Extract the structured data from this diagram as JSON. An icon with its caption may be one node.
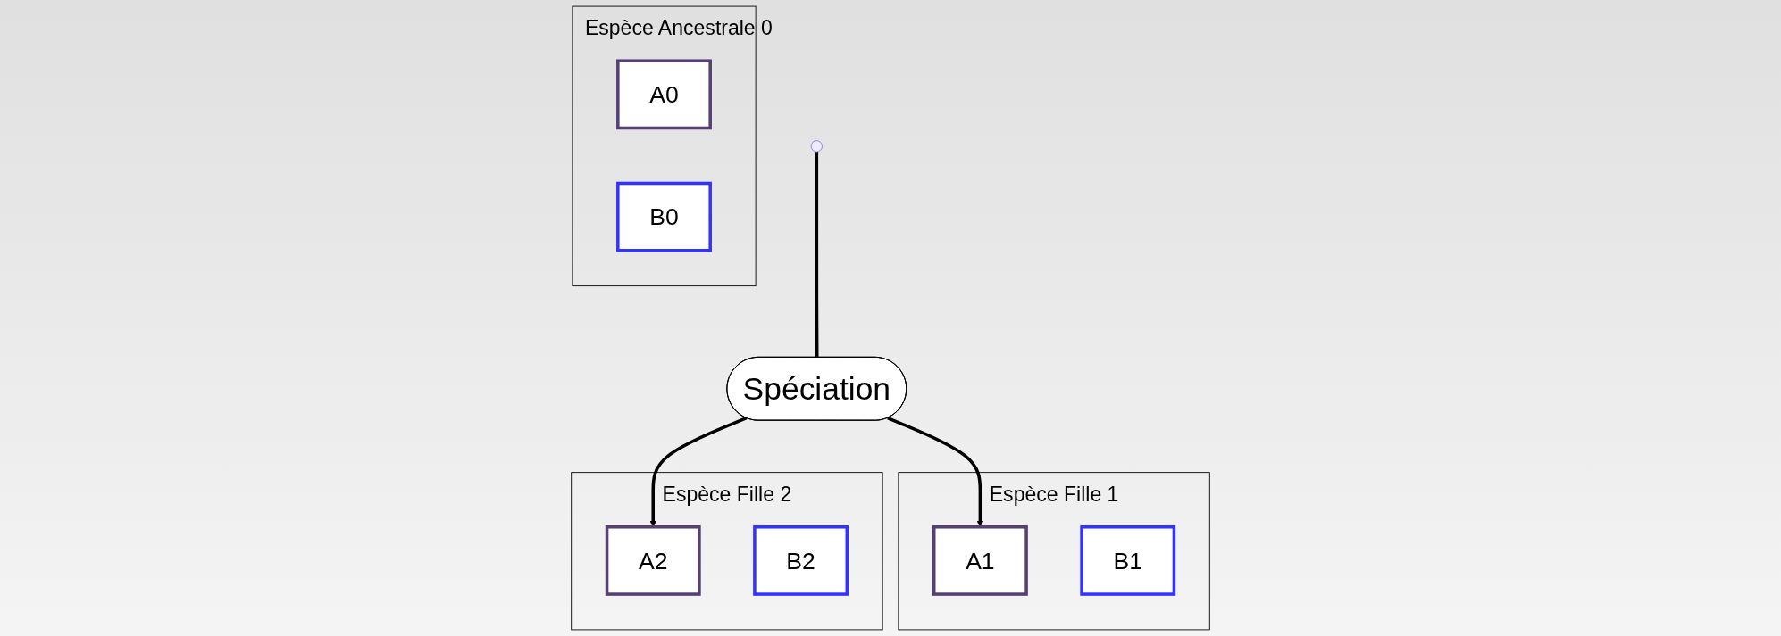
{
  "diagram": {
    "nodes": [
      {
        "text": [
          "Espèce Ancestrale 0"
        ]
      },
      {
        "text": [
          "A0"
        ],
        "in": 0
      },
      {
        "text": [
          "B0"
        ],
        "in": 0
      },
      {
        "text": [
          "Spéciation"
        ]
      },
      {
        "text": [
          "Espèce Fille 1"
        ]
      },
      {
        "text": [
          "A1"
        ],
        "in": 4
      },
      {
        "text": [
          "B1"
        ],
        "in": 4
      },
      {
        "text": [
          "Espèce Fille 2"
        ]
      },
      {
        "text": [
          "A2"
        ],
        "in": 7
      },
      {
        "text": [
          "B2"
        ],
        "in": 7
      }
    ],
    "edges": [
      {
        "from": null,
        "to": 3,
        "arrow": "none"
      },
      {
        "from": 3,
        "to": 5,
        "arrow": "to"
      },
      {
        "from": 3,
        "to": 8,
        "arrow": "to"
      }
    ]
  }
}
